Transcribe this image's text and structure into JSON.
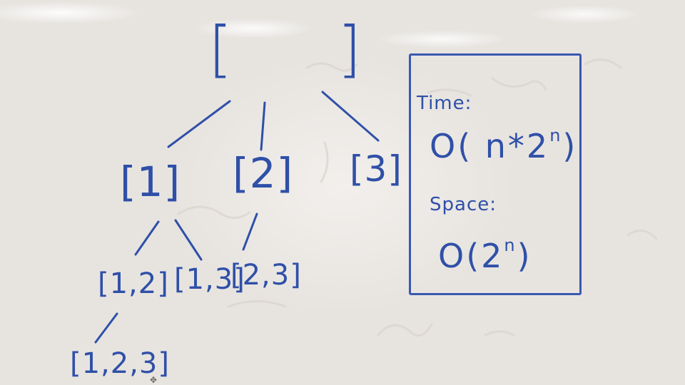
{
  "tree": {
    "root": "[ ]",
    "level1": [
      "[1]",
      "[2]",
      "[3]"
    ],
    "level2": [
      "[1,2]",
      "[1,3]",
      "[2,3]"
    ],
    "level3": [
      "[1,2,3]"
    ]
  },
  "complexity": {
    "time_label": "Time:",
    "time_value": "O( n*2",
    "time_exp": "n",
    "time_close": ")",
    "space_label": "Space:",
    "space_value": "O(2",
    "space_exp": "n",
    "space_close": ")"
  },
  "colors": {
    "ink": "#2f50a8",
    "board": "#e8e5e1"
  }
}
